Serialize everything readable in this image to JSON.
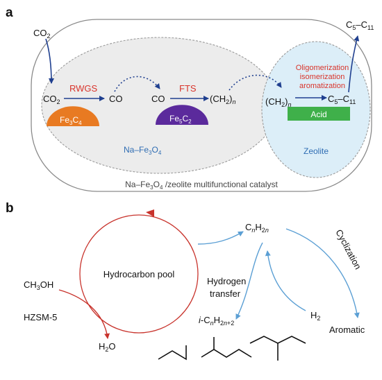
{
  "panel_a": {
    "label": "a",
    "co2_top": "CO2",
    "co2_start": "CO2",
    "rwgs": "RWGS",
    "co_1": "CO",
    "co_2": "CO",
    "fts": "FTS",
    "ch2n_1": "(CH2)n",
    "ch2n_2": "(CH2)n",
    "c5c11_mid": "C5–C11",
    "c5c11_out": "C5–C11",
    "fe3c4": "Fe3C4",
    "fe5c2": "Fe5C2",
    "acid": "Acid",
    "oligomerization": "Oligomerization",
    "isomerization": "isomerization",
    "aromatization": "aromatization",
    "na_fe3o4": "Na–Fe3O4",
    "zeolite": "Zeolite",
    "catalyst": "Na–Fe3O4 /zeolite multifunctional catalyst"
  },
  "panel_b": {
    "label": "b",
    "hydrocarbon_pool": "Hydrocarbon pool",
    "cnh2n": "CnH2n",
    "cyclization": "Cyclization",
    "hydrogen": "Hydrogen",
    "transfer": "transfer",
    "h2": "H2",
    "aromatic": "Aromatic",
    "i_cnh2n2": "i-CnH2n+2",
    "ch3oh": "CH3OH",
    "hzsm5": "HZSM-5",
    "h2o": "H2O"
  },
  "colors": {
    "blue_arrow": "#2f6db3",
    "red_label": "#d9342b",
    "orange": "#e87a22",
    "purple": "#5b2a9c",
    "green": "#3fb04a",
    "gray_fill": "#ececec",
    "zeolite_fill": "#dceef8",
    "pool_red": "#c8332c",
    "light_blue": "#5b9fd4"
  }
}
